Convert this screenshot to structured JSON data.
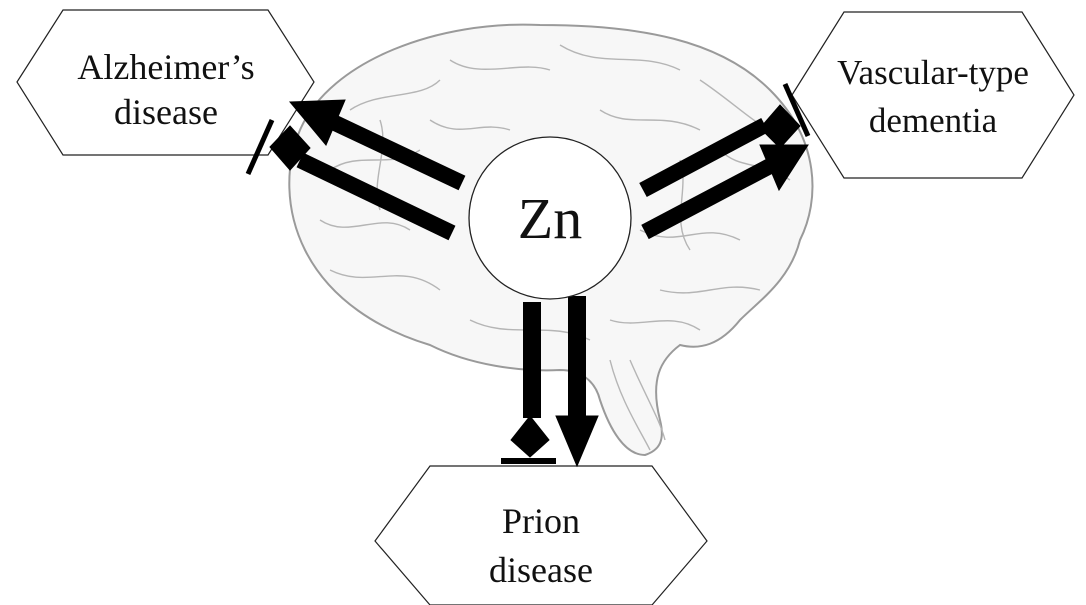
{
  "center": {
    "label": "Zn"
  },
  "nodes": {
    "alzheimers": {
      "line1": "Alzheimer’s",
      "line2": "disease"
    },
    "vascular": {
      "line1": "Vascular-type",
      "line2": "dementia"
    },
    "prion": {
      "line1": "Prion",
      "line2": "disease"
    }
  },
  "colors": {
    "arrow": "#000000",
    "brain": "#9a9a9a",
    "hex_border": "#222222"
  }
}
